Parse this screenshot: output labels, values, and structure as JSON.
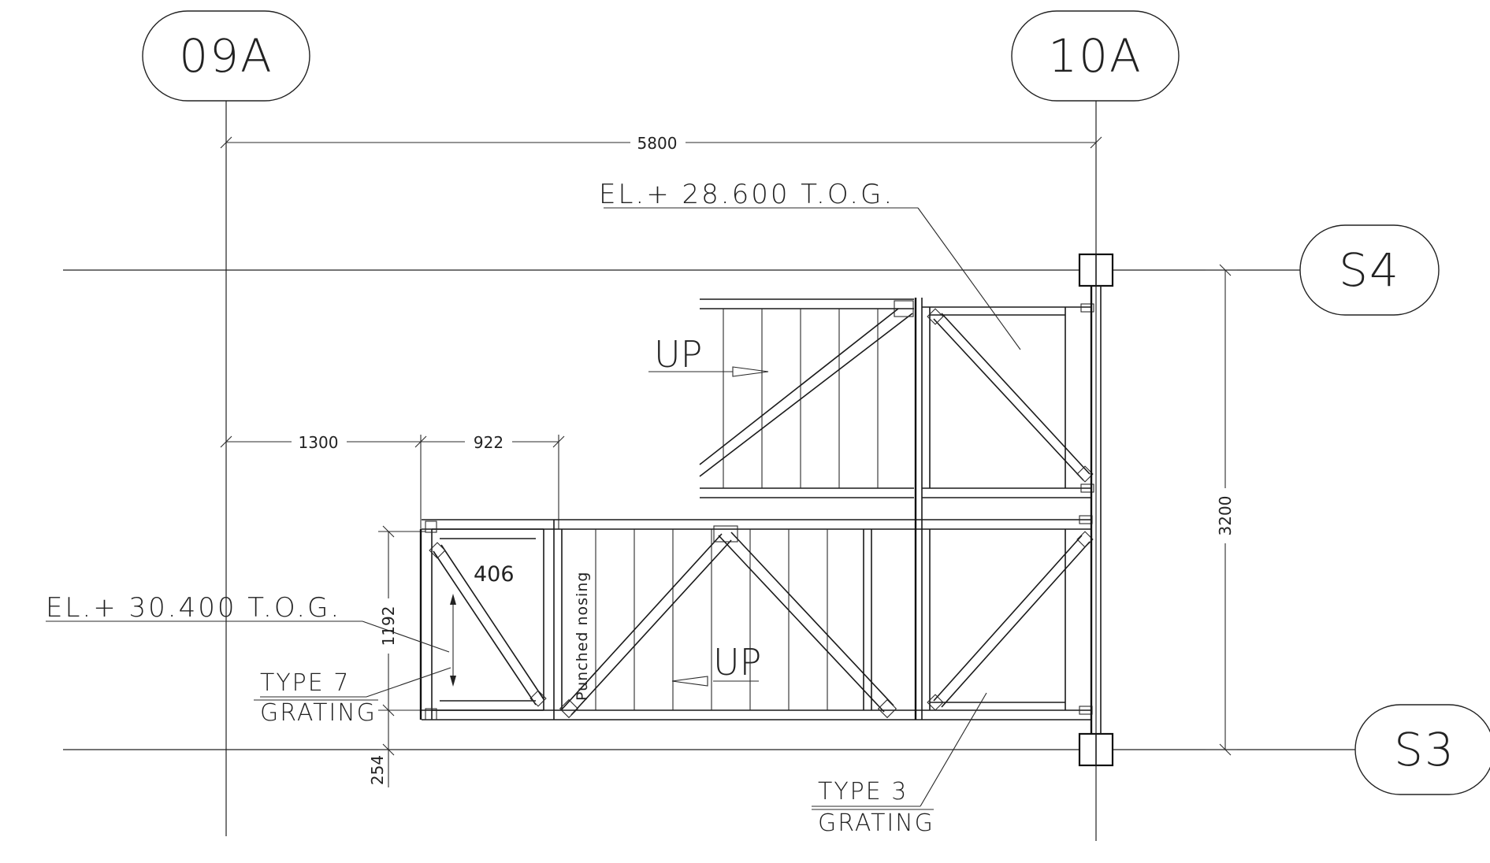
{
  "grid": {
    "col_09a": "09A",
    "col_10a": "10A",
    "row_s4": "S4",
    "row_s3": "S3"
  },
  "dimensions": {
    "d_5800": "5800",
    "d_1300": "1300",
    "d_922": "922",
    "d_3200": "3200",
    "d_1192": "1192",
    "d_254": "254",
    "d_406": "406"
  },
  "labels": {
    "el_upper": "EL.+ 28.600 T.O.G.",
    "el_lower": "EL.+ 30.400 T.O.G.",
    "type7_a": "TYPE 7",
    "type7_b": "GRATING",
    "type3_a": "TYPE 3",
    "type3_b": "GRATING",
    "up_top": "UP",
    "up_bottom": "UP",
    "nosing": "Punched nosing"
  }
}
